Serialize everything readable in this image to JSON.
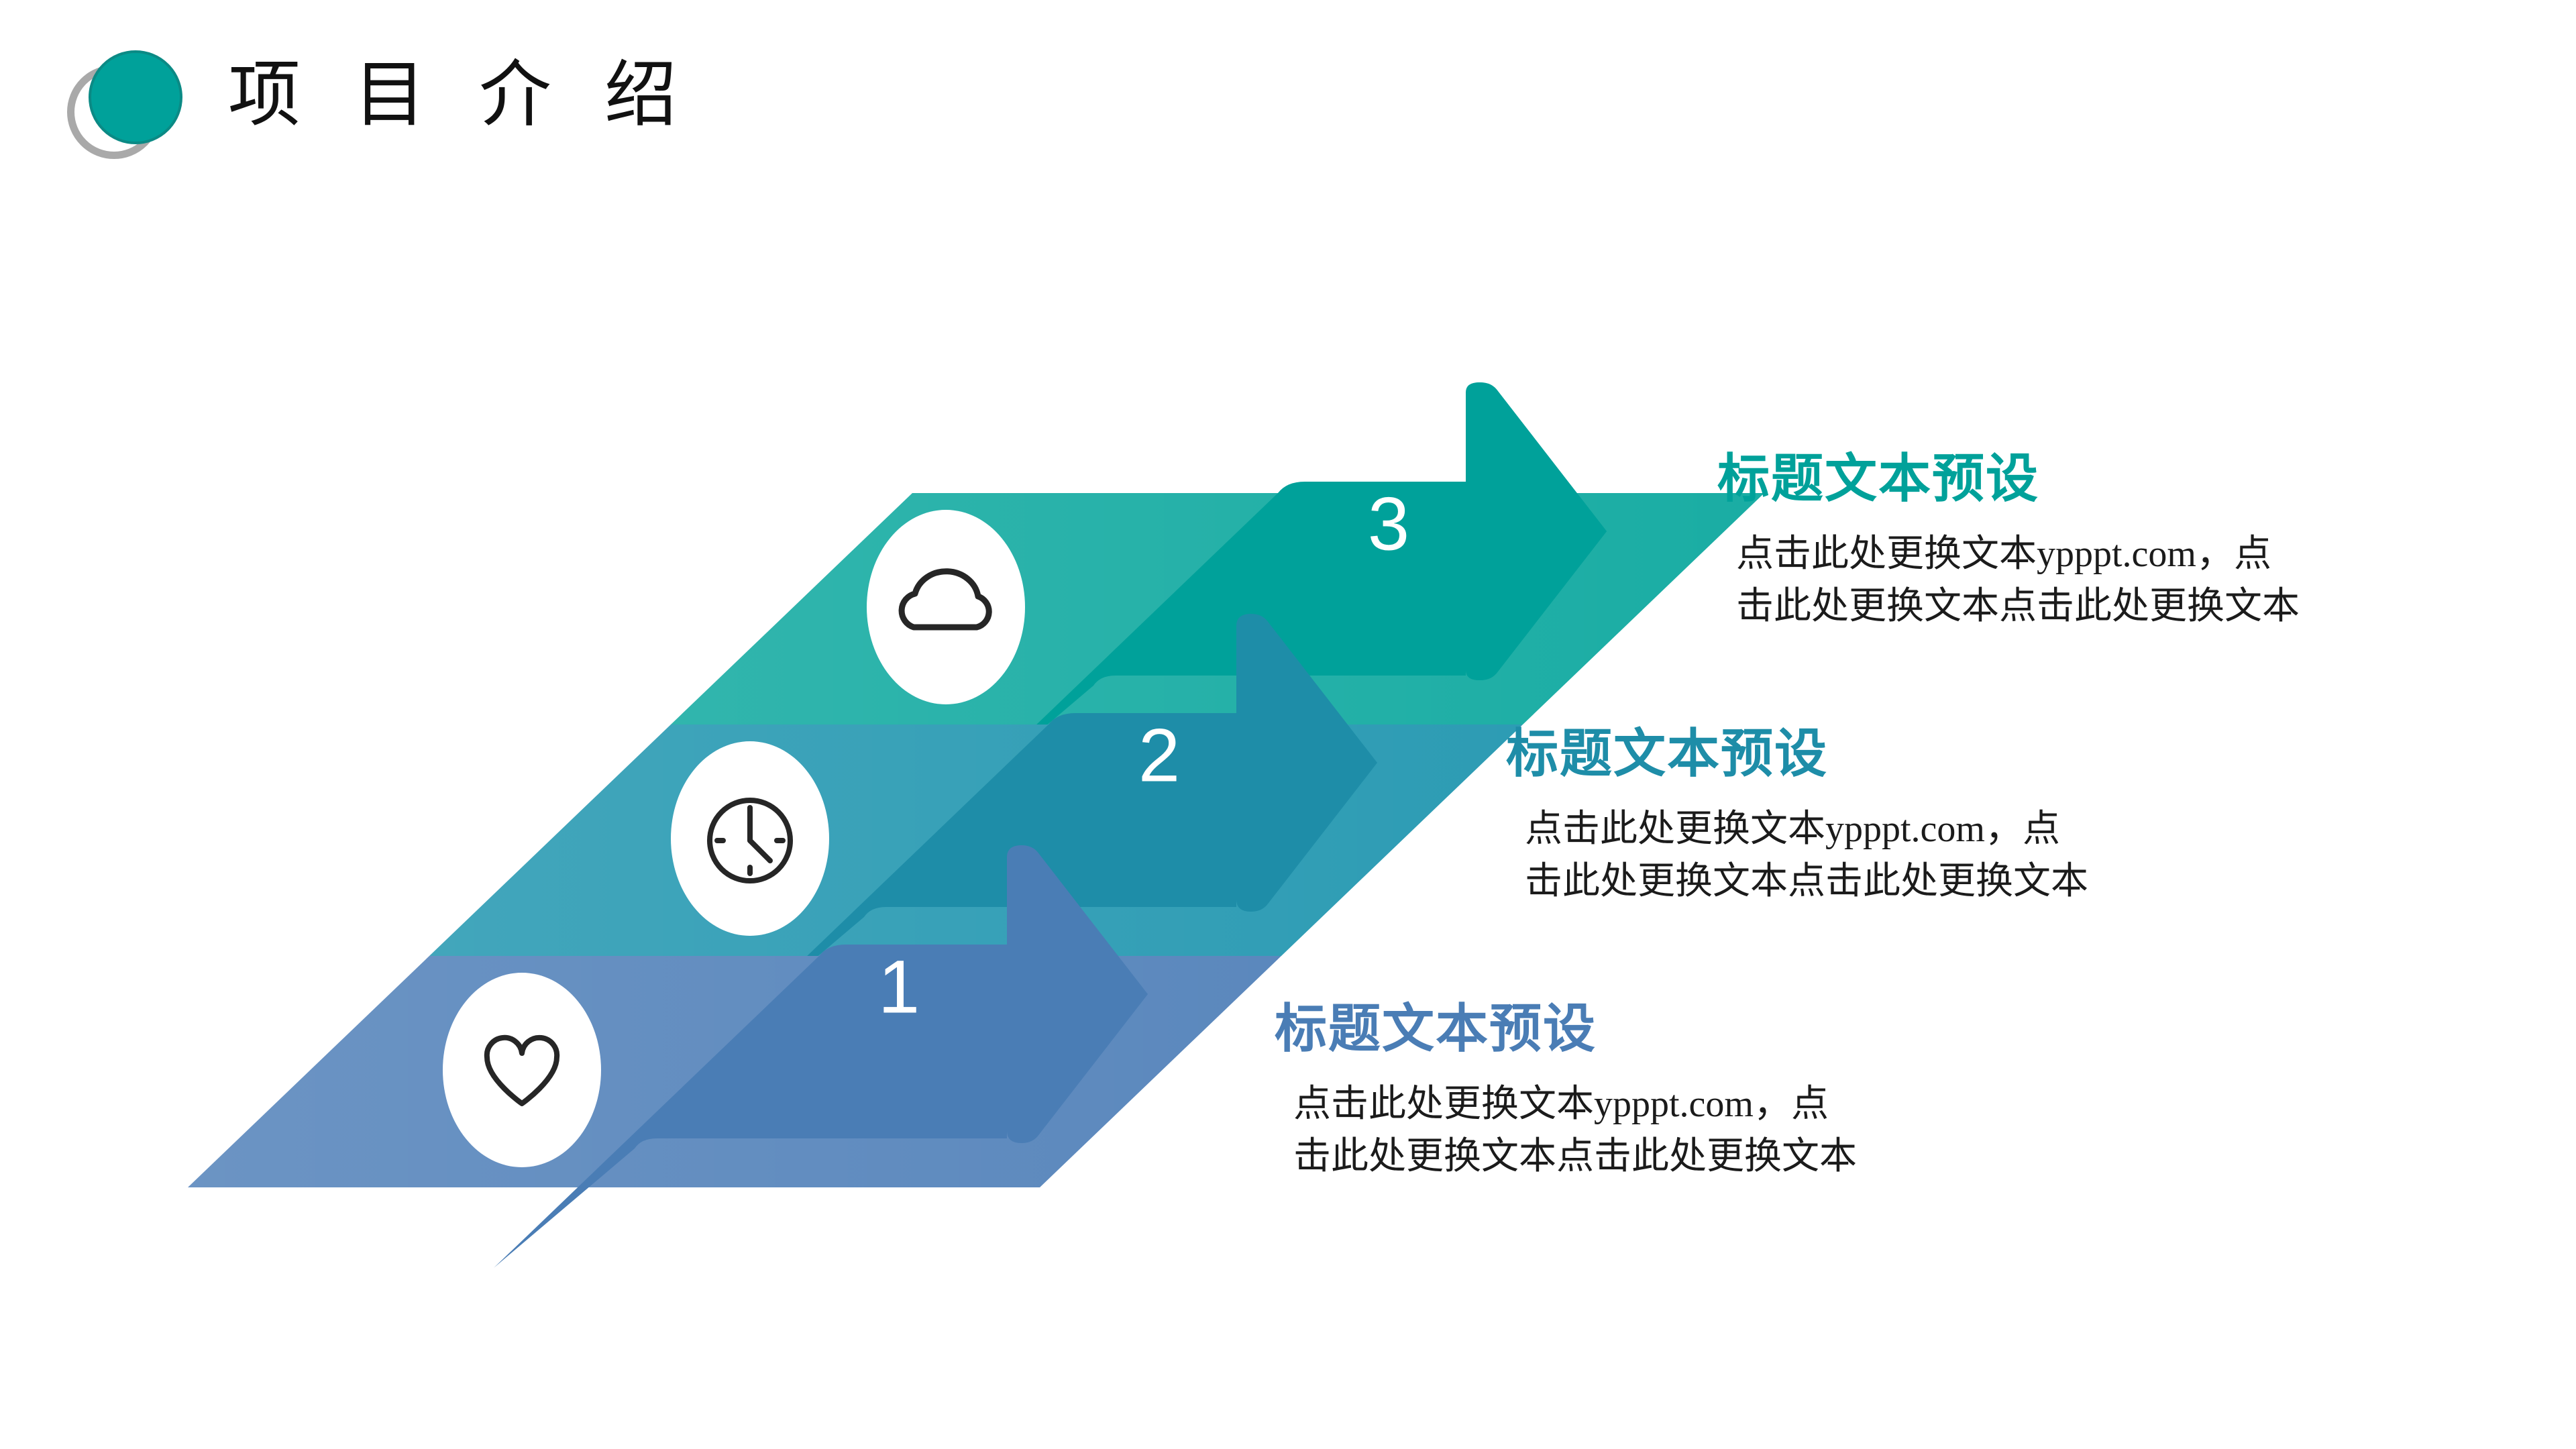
{
  "slide": {
    "background_color": "#ffffff",
    "title": "项 目 介 绍",
    "logo": {
      "ring_icon": "circle-outline-icon",
      "dot_icon": "circle-filled-icon",
      "ring_color": "#a9a9a9",
      "dot_color": "#00a19a"
    }
  },
  "diagram": {
    "type": "arrow-process",
    "steps": [
      {
        "number": "1",
        "icon": "heart-icon",
        "arrow_color": "#4a7db5",
        "band_color": "#5b88bd",
        "title": "标题文本预设",
        "title_color": "#4a7db5",
        "body": "点击此处更换文本ypppt.com，点\n击此处更换文本点击此处更换文本"
      },
      {
        "number": "2",
        "icon": "clock-icon",
        "arrow_color": "#1e8da8",
        "band_color": "#2d9cb4",
        "title": "标题文本预设",
        "title_color": "#1e8da8",
        "body": "点击此处更换文本ypppt.com，点\n击此处更换文本点击此处更换文本"
      },
      {
        "number": "3",
        "icon": "cloud-icon",
        "arrow_color": "#00a19a",
        "band_color": "#1aada4",
        "title": "标题文本预设",
        "title_color": "#00a19a",
        "body": "点击此处更换文本ypppt.com，点\n击此处更换文本点击此处更换文本"
      }
    ]
  }
}
